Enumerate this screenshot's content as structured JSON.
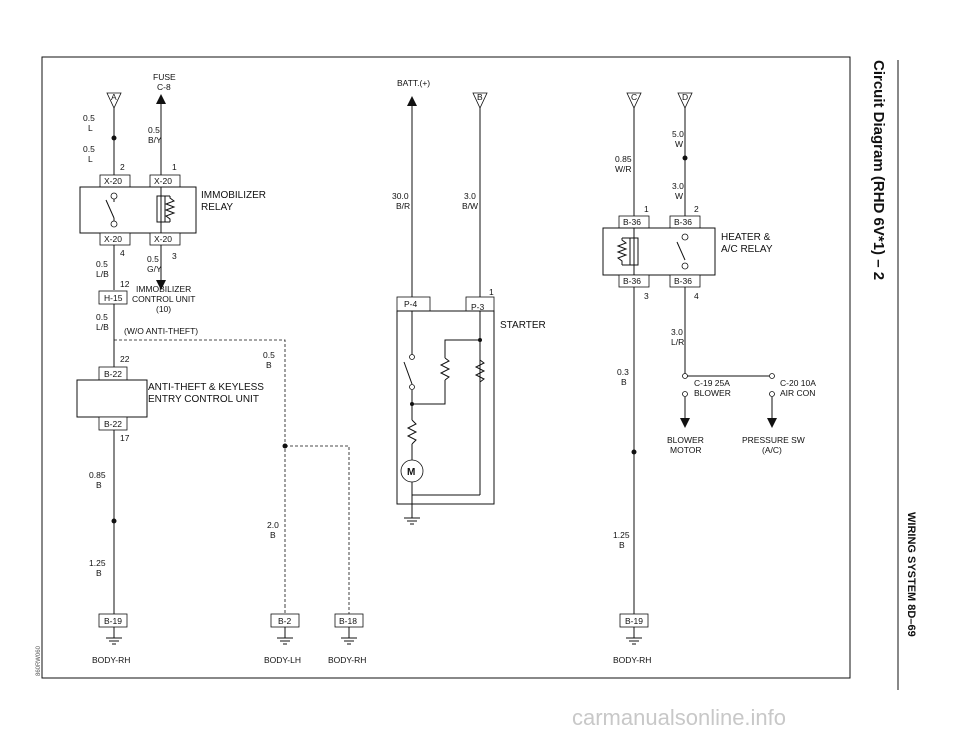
{
  "page": {
    "title": "Circuit Diagram (RHD 6V*1) – 2",
    "section": "WIRING SYSTEM   8D–69",
    "image_id": "860RW060",
    "watermark": "carmanualsonline.info"
  },
  "top_terminals": {
    "a": "A",
    "b": "B",
    "c": "C",
    "d": "D"
  },
  "fuse": {
    "name": "FUSE",
    "id": "C-8"
  },
  "batt": "BATT.(+)",
  "immobilizer_relay": {
    "label_line1": "IMMOBILIZER",
    "label_line2": "RELAY",
    "top_left": "X-20",
    "top_right": "X-20",
    "bottom_left": "X-20",
    "bottom_right": "X-20",
    "pin_tl": "2",
    "pin_tr": "1",
    "pin_bl": "4",
    "pin_br": "3"
  },
  "immobilizer_cu": {
    "line1": "IMMOBILIZER",
    "line2": "CONTROL UNIT",
    "line3": "(10)",
    "connector": "H-15",
    "pin": "12"
  },
  "wo_anti_theft": "(W/O ANTI-THEFT)",
  "anti_theft": {
    "line1": "ANTI-THEFT & KEYLESS",
    "line2": "ENTRY CONTROL UNIT",
    "top": "B-22",
    "bottom": "B-22",
    "pin_top": "22",
    "pin_bottom": "17"
  },
  "starter": {
    "label": "STARTER",
    "left": "P-4",
    "right": "P-3",
    "pin": "1",
    "motor": "M"
  },
  "heater_relay": {
    "line1": "HEATER &",
    "line2": "A/C RELAY",
    "top_left": "B-36",
    "top_right": "B-36",
    "bottom_left": "B-36",
    "bottom_right": "B-36",
    "pin_tl": "1",
    "pin_tr": "2",
    "pin_bl": "3",
    "pin_br": "4"
  },
  "fuses_right": {
    "c19_line1": "C-19 25A",
    "c19_line2": "BLOWER",
    "c20_line1": "C-20 10A",
    "c20_line2": "AIR CON"
  },
  "blower_motor": {
    "line1": "BLOWER",
    "line2": "MOTOR"
  },
  "pressure_sw": {
    "line1": "PRESSURE SW",
    "line2": "(A/C)"
  },
  "wires": {
    "a_top": [
      "0.5",
      "L"
    ],
    "a_mid": [
      "0.5",
      "L"
    ],
    "fuse_w": [
      "0.5",
      "B/Y"
    ],
    "r_bl": [
      "0.5",
      "L/B"
    ],
    "r_br": [
      "0.5",
      "G/Y"
    ],
    "h15_dn": [
      "0.5",
      "L/B"
    ],
    "dash_b": [
      "0.5",
      "B"
    ],
    "b22_dn": [
      "0.85",
      "B"
    ],
    "b19_up": [
      "1.25",
      "B"
    ],
    "b2_up": [
      "2.0",
      "B"
    ],
    "batt_w": [
      "30.0",
      "B/R"
    ],
    "b_w": [
      "3.0",
      "B/W"
    ],
    "c_w": [
      "0.85",
      "W/R"
    ],
    "d_top": [
      "5.0",
      "W"
    ],
    "d_mid": [
      "3.0",
      "W"
    ],
    "hr_br": [
      "3.0",
      "L/R"
    ],
    "hr_bl": [
      "0.3",
      "B"
    ],
    "b19r_up": [
      "1.25",
      "B"
    ]
  },
  "grounds": {
    "g1_conn": "B-19",
    "g1_label": "BODY-RH",
    "g2_conn": "B-2",
    "g2_label": "BODY-LH",
    "g3_conn": "B-18",
    "g3_label": "BODY-RH",
    "g4_conn": "B-19",
    "g4_label": "BODY-RH"
  }
}
